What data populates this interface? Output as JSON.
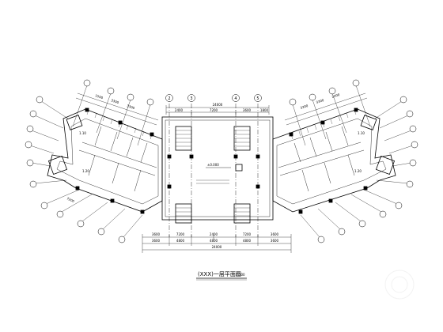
{
  "drawing": {
    "title": "(XXX)一层平面图",
    "title_scale": "1:100",
    "center_grids": [
      "2",
      "3",
      "4",
      "5"
    ],
    "top_overall_dim": "24000",
    "bottom_dims_row1": [
      "3600",
      "7200",
      "2400",
      "7200",
      "3600"
    ],
    "bottom_dims_row2": [
      "3600",
      "4800",
      "4800",
      "4800",
      "3600"
    ],
    "bottom_overall_dim": "24000",
    "center_top_dims": [
      "2400",
      "7200",
      "3600",
      "1800"
    ],
    "wing_dims": [
      "1500",
      "3300",
      "3300",
      "3300",
      "3300",
      "2400",
      "7200"
    ],
    "room_marks": [
      "1.10",
      "1.10",
      "1.20",
      "1.20"
    ],
    "center_elevation": "±0.000",
    "colors": {
      "line": "#000000",
      "background": "#ffffff",
      "watermark": "#eeeeee"
    }
  }
}
